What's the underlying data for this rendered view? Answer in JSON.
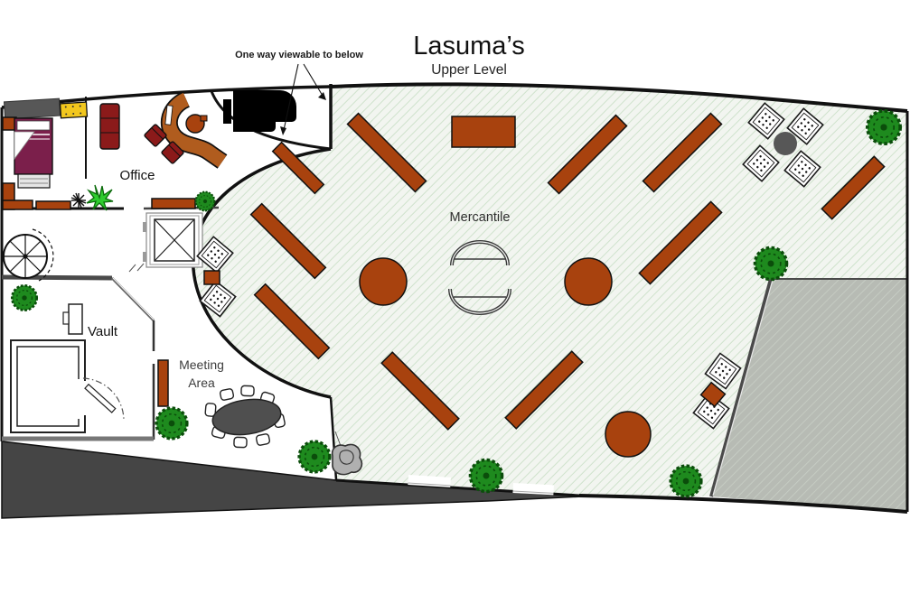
{
  "title": {
    "main": "Lasuma’s",
    "subtitle": "Upper Level"
  },
  "annotation": {
    "one_way_note": "One way viewable to below"
  },
  "rooms": {
    "office": {
      "label": "Office"
    },
    "mercantile": {
      "label": "Mercantile"
    },
    "vault": {
      "label": "Vault"
    },
    "meeting_area": {
      "label_line1": "Meeting",
      "label_line2": "Area"
    }
  },
  "colors": {
    "wall": "#1a1a1a",
    "floor_bg": "#f2f5f0",
    "floor_hatch": "#cfe2cc",
    "terrace": "#b7bbb4",
    "terrace_hatch": "#c9cfc6",
    "exterior": "#454545",
    "shelf_brown": "#a8420e",
    "desk_orange": "#b05c1e",
    "sofa_red": "#8b1a1a",
    "bed_maroon": "#7b1f4b",
    "dresser_yellow": "#f2c71d",
    "plant": "#2ecc2e",
    "bush": "#1e8a1e",
    "bush_edge": "#0b4d0b",
    "table_gray": "#4f4f4f",
    "basket_white": "#ffffff",
    "stone_gray": "#b0b0b0"
  }
}
